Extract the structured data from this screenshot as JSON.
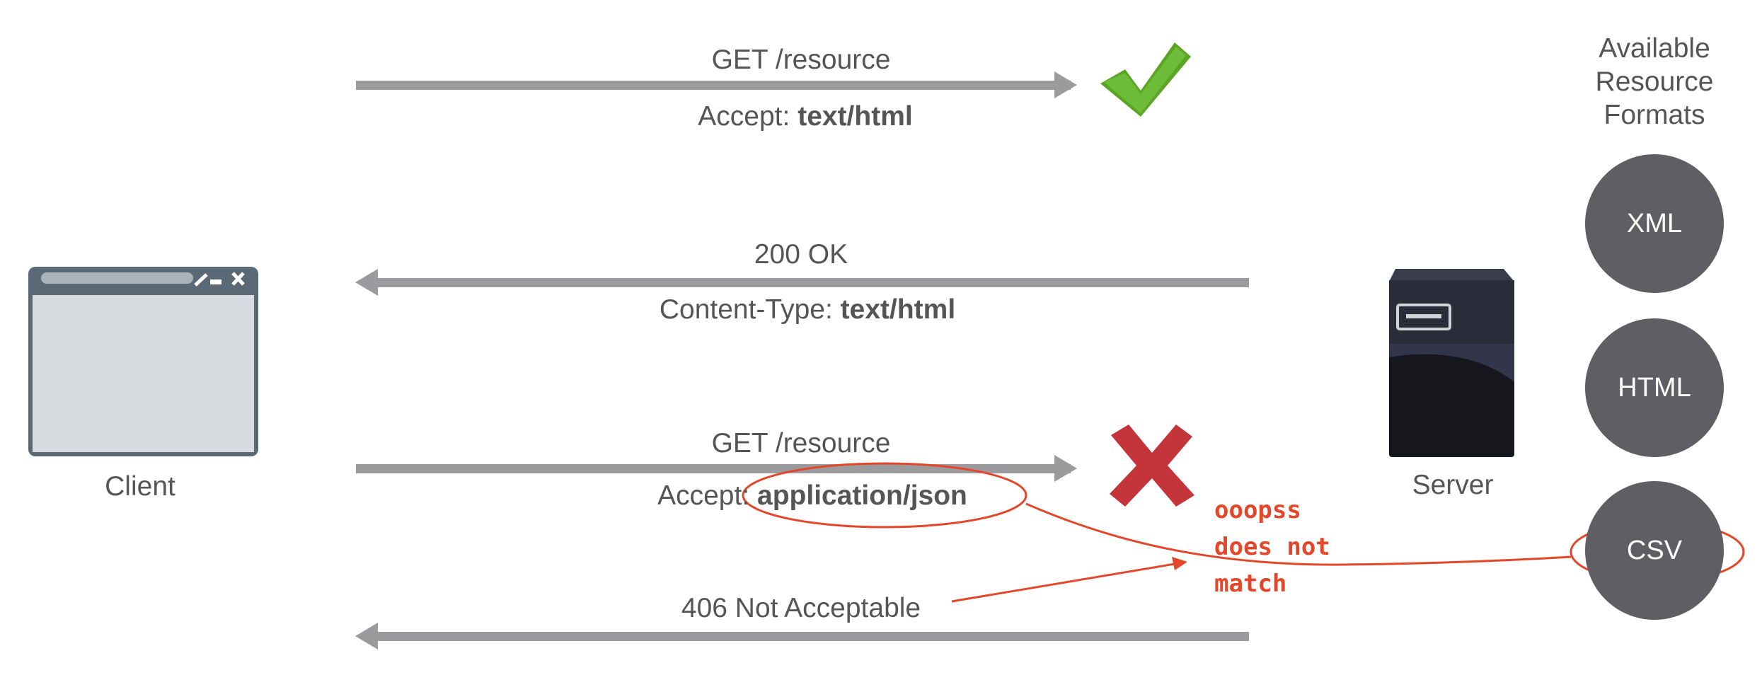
{
  "formats": {
    "title_lines": [
      "Available",
      "Resource",
      "Formats"
    ],
    "items": [
      "XML",
      "HTML",
      "CSV"
    ]
  },
  "client": {
    "label": "Client"
  },
  "server": {
    "label": "Server"
  },
  "exchange1": {
    "request_line": "GET /resource",
    "header_name": "Accept:",
    "header_value": "text/html",
    "result": "success"
  },
  "exchange1_response": {
    "status_line": "200 OK",
    "header_name": "Content-Type:",
    "header_value": "text/html"
  },
  "exchange2": {
    "request_line": "GET /resource",
    "header_name": "Accept:",
    "header_value": "application/json",
    "result": "failure"
  },
  "exchange2_response": {
    "status_line": "406 Not Acceptable"
  },
  "annotation": {
    "lines": [
      "ooopss",
      "does not",
      "match"
    ],
    "color": "#e4462a"
  },
  "colors": {
    "arrow": "#9b9b9d",
    "circle": "#5f5f63",
    "check": "#5aa524",
    "cross": "#c3353a"
  }
}
